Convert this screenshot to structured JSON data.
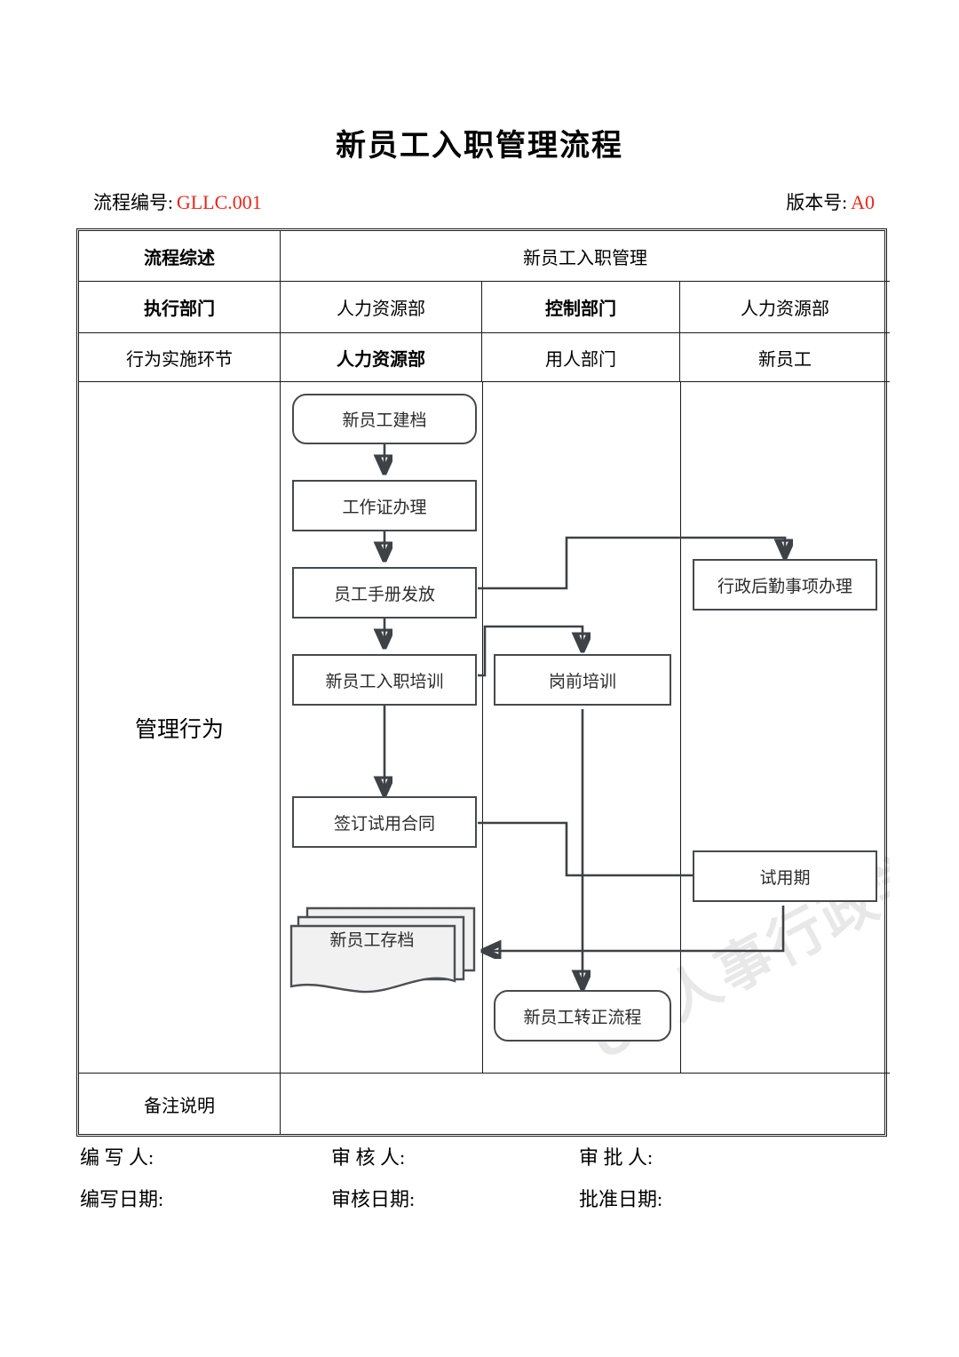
{
  "document": {
    "title": "新员工入职管理流程",
    "process_no_label": "流程编号:",
    "process_no_value": "GLLC.001",
    "version_label": "版本号:",
    "version_value": "A0",
    "accent_color": "#e8261c",
    "watermark": "UP人事行政学堂"
  },
  "table": {
    "overview": {
      "label": "流程综述",
      "value": "新员工入职管理"
    },
    "exec_dept": {
      "label": "执行部门",
      "cells": [
        "人力资源部",
        "控制部门",
        "人力资源部"
      ]
    },
    "stage": {
      "label": "行为实施环节",
      "cells": [
        "人力资源部",
        "用人部门",
        "新员工"
      ]
    },
    "body": {
      "label": "管理行为"
    },
    "notes": {
      "label": "备注说明",
      "value": ""
    }
  },
  "flow": {
    "nodes": [
      {
        "id": "n1",
        "label": "新员工建档",
        "shape": "rounded-rect"
      },
      {
        "id": "n2",
        "label": "工作证办理",
        "shape": "rect"
      },
      {
        "id": "n3",
        "label": "员工手册发放",
        "shape": "rect"
      },
      {
        "id": "n4",
        "label": "新员工入职培训",
        "shape": "rect"
      },
      {
        "id": "n5",
        "label": "签订试用合同",
        "shape": "rect"
      },
      {
        "id": "n6",
        "label": "新员工存档",
        "shape": "multi-document"
      },
      {
        "id": "n7",
        "label": "岗前培训",
        "shape": "rect"
      },
      {
        "id": "n8",
        "label": "新员工转正流程",
        "shape": "rounded-rect"
      },
      {
        "id": "n9",
        "label": "行政后勤事项办理",
        "shape": "rect"
      },
      {
        "id": "n10",
        "label": "试用期",
        "shape": "rect"
      }
    ],
    "edges": [
      {
        "from": "新员工建档",
        "to": "工作证办理"
      },
      {
        "from": "工作证办理",
        "to": "员工手册发放"
      },
      {
        "from": "员工手册发放",
        "to": "新员工入职培训"
      },
      {
        "from": "员工手册发放",
        "to": "行政后勤事项办理"
      },
      {
        "from": "新员工入职培训",
        "to": "岗前培训"
      },
      {
        "from": "新员工入职培训",
        "to": "签订试用合同"
      },
      {
        "from": "签订试用合同",
        "to": "试用期"
      },
      {
        "from": "岗前培训",
        "to": "新员工转正流程"
      },
      {
        "from": "试用期",
        "to": "新员工存档"
      }
    ]
  },
  "footer": {
    "row1": [
      "编 写 人:",
      "审 核 人:",
      "审 批 人:"
    ],
    "row2": [
      "编写日期:",
      "审核日期:",
      "批准日期:"
    ]
  }
}
